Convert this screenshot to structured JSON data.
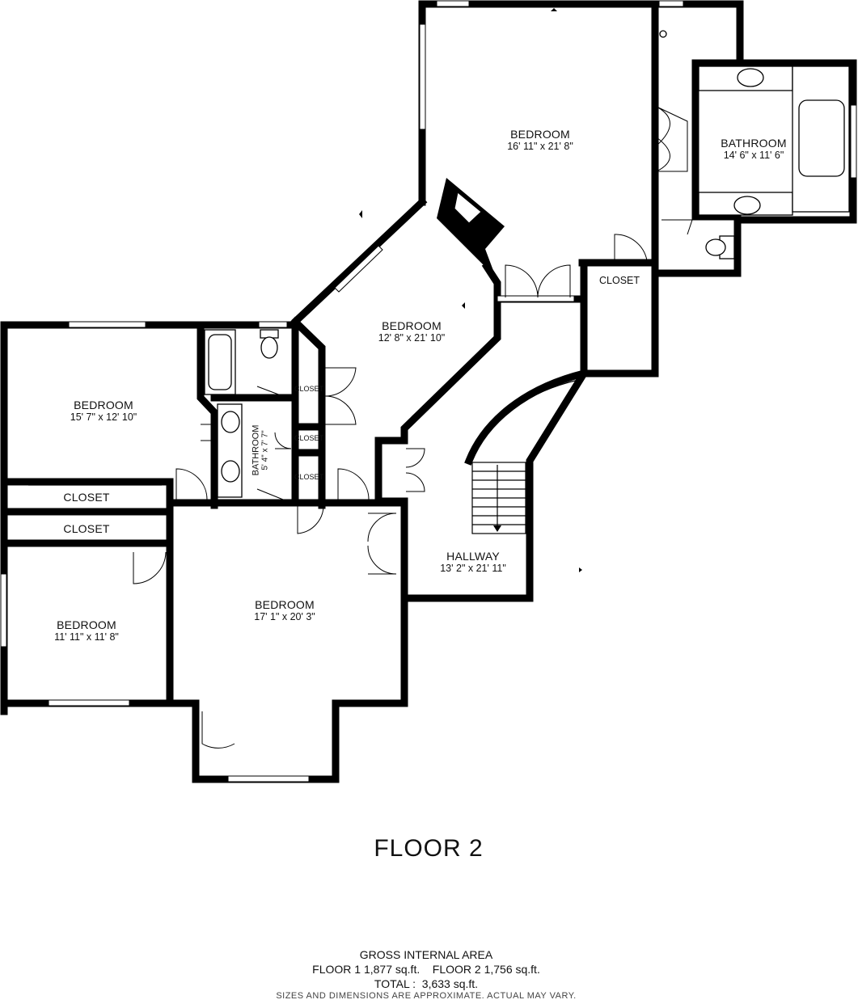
{
  "floor": {
    "title": "FLOOR 2"
  },
  "rooms": {
    "master_bedroom": {
      "name": "BEDROOM",
      "dims": "16' 11\" x 21' 8\""
    },
    "master_bathroom": {
      "name": "BATHROOM",
      "dims": "14' 6\" x 11' 6\""
    },
    "master_closet": {
      "name": "CLOSET"
    },
    "center_bedroom": {
      "name": "BEDROOM",
      "dims": "12' 8\" x 21' 10\""
    },
    "closet_a": {
      "name": "CLOSET"
    },
    "closet_b": {
      "name": "CLOSET"
    },
    "closet_c": {
      "name": "CLOSET"
    },
    "west_bedroom": {
      "name": "BEDROOM",
      "dims": "15' 7\" x 12' 10\""
    },
    "shared_bathroom": {
      "name": "BATHROOM",
      "dims": "5' 4\" x 7' 7\""
    },
    "west_closet_1": {
      "name": "CLOSET"
    },
    "west_closet_2": {
      "name": "CLOSET"
    },
    "southwest_bedroom": {
      "name": "BEDROOM",
      "dims": "11' 11\" x 11' 8\""
    },
    "south_bedroom": {
      "name": "BEDROOM",
      "dims": "17' 1\" x 20' 3\""
    },
    "hallway": {
      "name": "HALLWAY",
      "dims": "13' 2\" x 21' 11\""
    }
  },
  "area": {
    "heading": "GROSS INTERNAL AREA",
    "floors_line": "FLOOR 1 1,877 sq.ft.    FLOOR 2 1,756 sq.ft.",
    "total_line": "TOTAL :  3,633 sq.ft."
  },
  "disclaimer": "SIZES AND DIMENSIONS ARE APPROXIMATE. ACTUAL MAY VARY."
}
